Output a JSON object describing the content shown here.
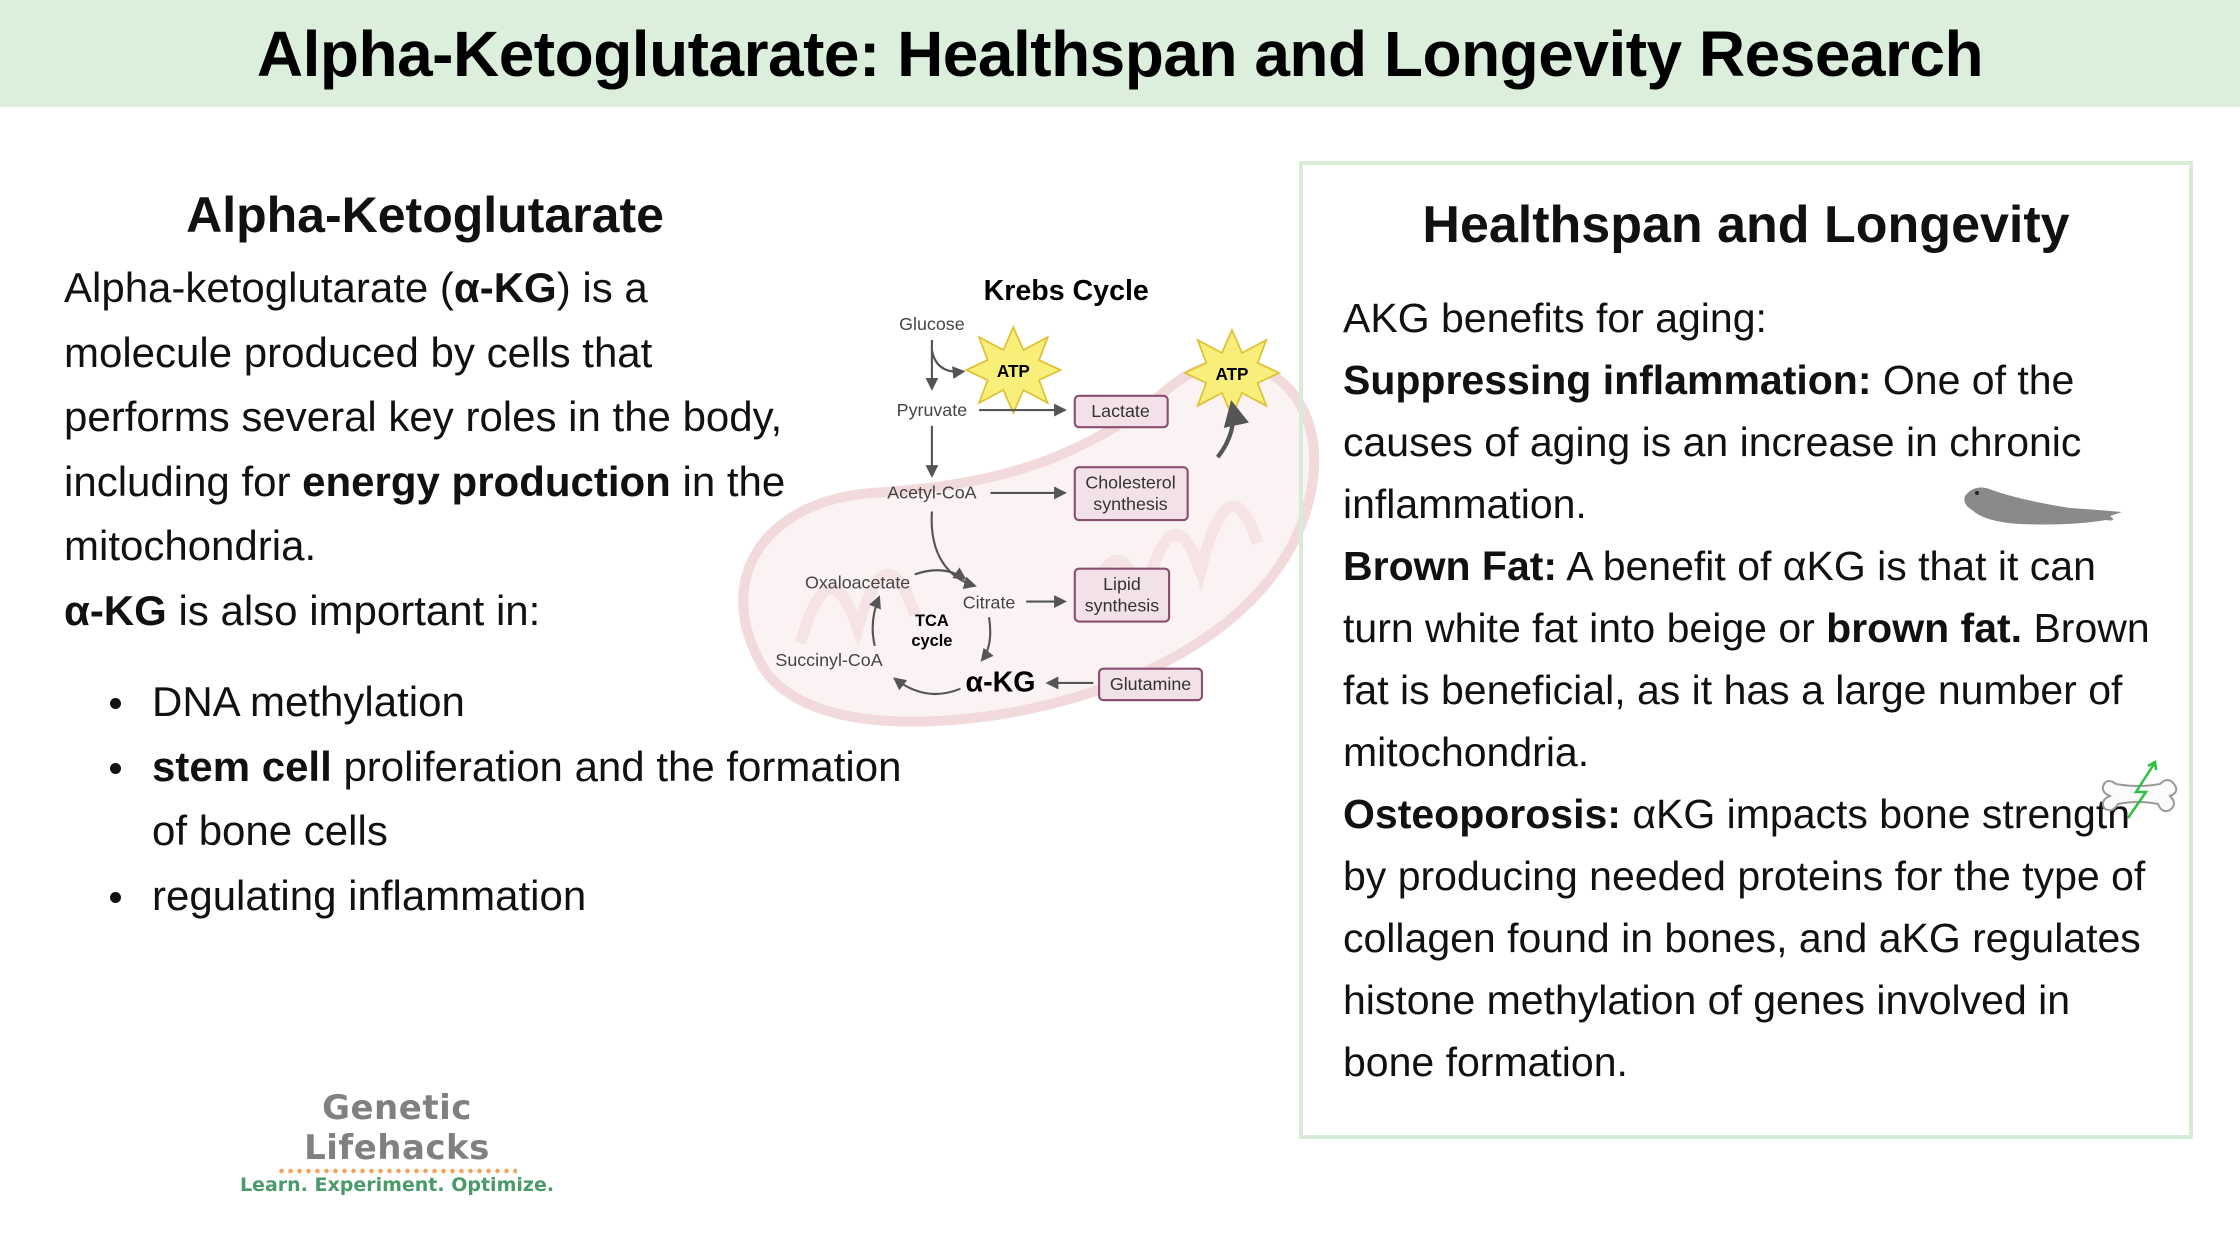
{
  "header": {
    "title": "Alpha-Ketoglutarate: Healthspan and Longevity Research"
  },
  "left": {
    "heading": "Alpha-Ketoglutarate",
    "l1a": "Alpha-ketoglutarate (",
    "l1b": "α-KG",
    "l1c": ") is a",
    "l2": "molecule produced by cells that",
    "l3": "performs several key roles in the body,",
    "l4a": "including for ",
    "l4b": "energy production",
    "l4c": " in the",
    "l5": "mitochondria.",
    "l6a": "α-KG",
    "l6b": " is also important in:",
    "bullets": {
      "b1": "DNA methylation",
      "b2a": "stem cell",
      "b2b": " proliferation and the formation",
      "b2c": "of bone cells",
      "b3": "regulating inflammation"
    }
  },
  "diagram": {
    "title": "Krebs Cycle",
    "glucose": "Glucose",
    "pyruvate": "Pyruvate",
    "acetyl": "Acetyl-CoA",
    "oxaloacetate": "Oxaloacetate",
    "citrate": "Citrate",
    "tca1": "TCA",
    "tca2": "cycle",
    "succinyl": "Succinyl-CoA",
    "akg": "α-KG",
    "atp1": "ATP",
    "atp2": "ATP",
    "lactate": "Lactate",
    "chol1": "Cholesterol",
    "chol2": "synthesis",
    "lipid1": "Lipid",
    "lipid2": "synthesis",
    "glutamine": "Glutamine"
  },
  "right": {
    "heading": "Healthspan and Longevity",
    "r1": "AKG benefits for aging:",
    "r2a": "Suppressing inflammation:",
    "r2b": " One of the",
    "r3": "causes of aging is an increase in chronic",
    "r4": "inflammation.",
    "r5a": "Brown Fat:",
    "r5b": " A benefit of αKG is that it can",
    "r6a": "turn white fat into beige or ",
    "r6b": "brown fat.",
    "r6c": " Brown",
    "r7": "fat is beneficial, as it has a large number of",
    "r8": "mitochondria.",
    "r9a": "Osteoporosis:",
    "r9b": " αKG impacts bone strength",
    "r10": "by producing needed proteins for the type of",
    "r11": "collagen found in bones, and aKG regulates",
    "r12": "histone methylation of genes involved in",
    "r13": "bone formation."
  },
  "logo": {
    "name": "Genetic Lifehacks",
    "tagline": "Learn. Experiment. Optimize."
  },
  "colors": {
    "header_bg": "#dcefdc",
    "panel_border": "#d6ecd6",
    "box_fill": "#f3e1ea",
    "box_stroke": "#8a5070",
    "atp": "#f7ef7a"
  }
}
